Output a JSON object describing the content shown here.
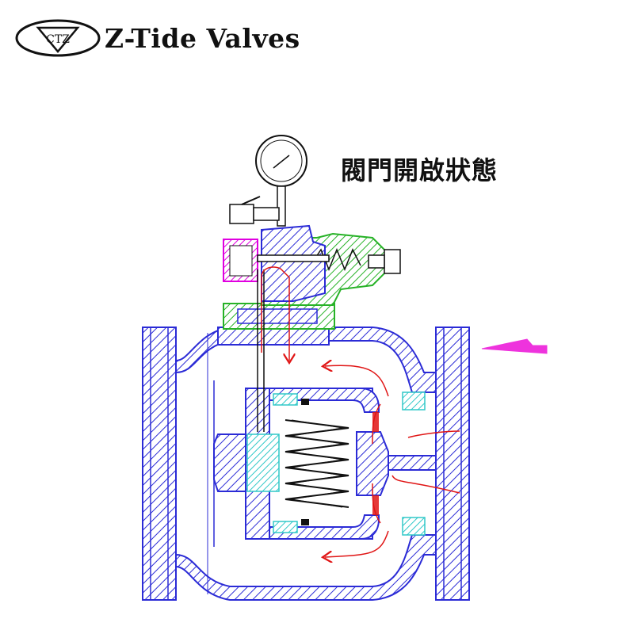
{
  "header": {
    "logo_text": "CTZ",
    "brand_name": "Z-Tide Valves"
  },
  "diagram": {
    "title": "閥門開啟狀態",
    "colors": {
      "body_hatch": "#2b2bd6",
      "pilot_green": "#27b227",
      "pilot_magenta": "#e000e0",
      "seat_cyan": "#30c8c8",
      "flow_red": "#e01515",
      "spring_black": "#111111",
      "flow_direction_arrow": "#ee33dd"
    },
    "icons": {
      "pressure_gauge": "pressure-gauge-icon",
      "ball_valve": "ball-valve-icon",
      "flow_direction": "flow-direction-arrow-icon"
    }
  }
}
